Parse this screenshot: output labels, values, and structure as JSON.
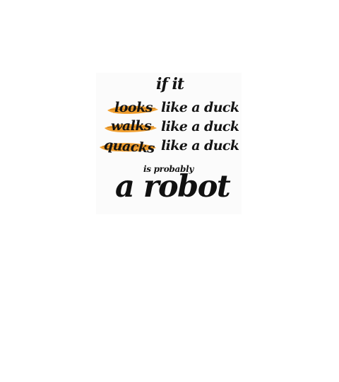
{
  "poster": {
    "line1": "if it",
    "rows": [
      {
        "verb": "looks",
        "suffix": "like a duck"
      },
      {
        "verb": "walks",
        "suffix": "like a duck"
      },
      {
        "verb": "quacks",
        "suffix": "like a duck"
      }
    ],
    "line_small": "is probably",
    "line_big": "a robot"
  },
  "colors": {
    "text": "#141414",
    "smear_orange": "#f2a234",
    "smear_dark": "#c97a14"
  }
}
